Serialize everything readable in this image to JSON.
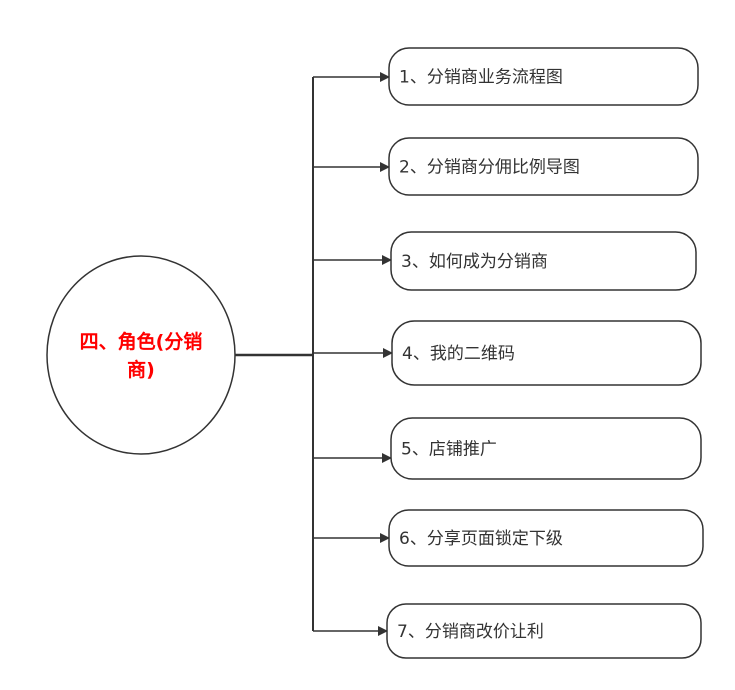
{
  "root": {
    "line1": "四、角色(分销",
    "line2": "商)",
    "color": "#ff0000"
  },
  "children": [
    {
      "label": "1、分销商业务流程图"
    },
    {
      "label": "2、分销商分佣比例导图"
    },
    {
      "label": "3、如何成为分销商"
    },
    {
      "label": "4、我的二维码"
    },
    {
      "label": "5、店铺推广"
    },
    {
      "label": "6、分享页面锁定下级"
    },
    {
      "label": "7、分销商改价让利"
    }
  ]
}
